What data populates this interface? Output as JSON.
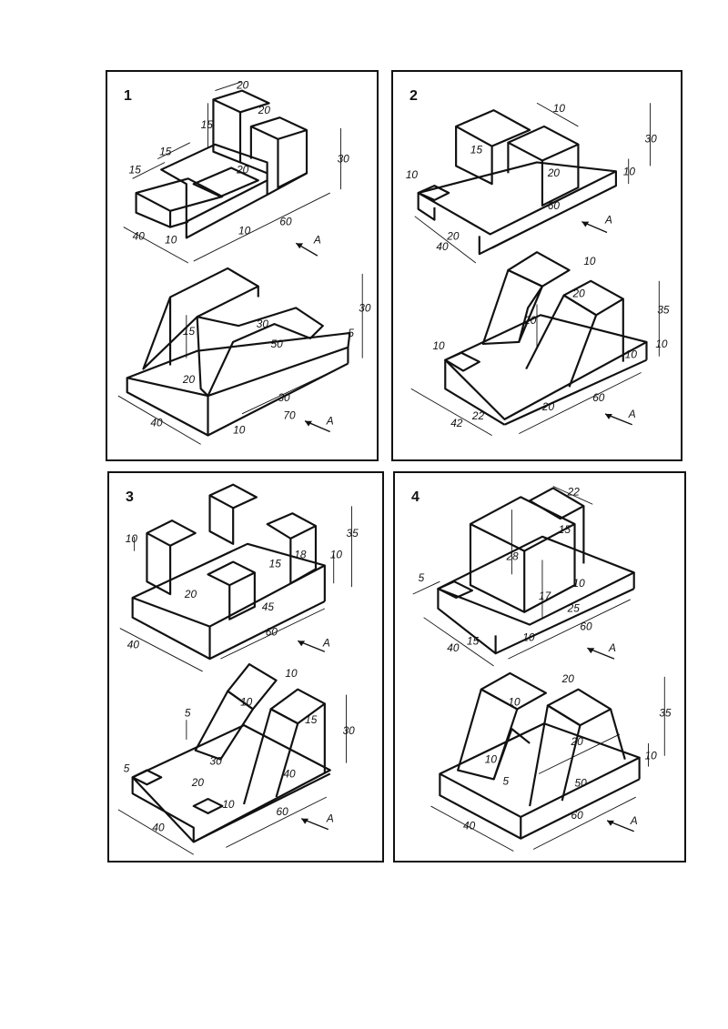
{
  "panels": [
    {
      "number": "1",
      "figures": [
        {
          "dims": [
            "20",
            "20",
            "15",
            "15",
            "15",
            "20",
            "30",
            "40",
            "10",
            "10",
            "60"
          ],
          "view_label": "A"
        },
        {
          "dims": [
            "15",
            "30",
            "50",
            "5",
            "30",
            "20",
            "30",
            "70",
            "40",
            "10"
          ],
          "view_label": "A"
        }
      ]
    },
    {
      "number": "2",
      "figures": [
        {
          "dims": [
            "10",
            "30",
            "15",
            "20",
            "10",
            "10",
            "60",
            "20",
            "40"
          ],
          "view_label": "A"
        },
        {
          "dims": [
            "10",
            "20",
            "20",
            "35",
            "10",
            "10",
            "10",
            "20",
            "22",
            "42",
            "60"
          ],
          "view_label": "A"
        }
      ]
    },
    {
      "number": "3",
      "figures": [
        {
          "dims": [
            "10",
            "35",
            "15",
            "18",
            "10",
            "20",
            "45",
            "60",
            "40"
          ],
          "view_label": "A"
        },
        {
          "dims": [
            "10",
            "10",
            "5",
            "15",
            "30",
            "30",
            "5",
            "20",
            "40",
            "40",
            "10",
            "60"
          ],
          "view_label": "A"
        }
      ]
    },
    {
      "number": "4",
      "figures": [
        {
          "dims": [
            "22",
            "15",
            "28",
            "5",
            "10",
            "17",
            "25",
            "15",
            "40",
            "10",
            "60"
          ],
          "view_label": "A"
        },
        {
          "dims": [
            "20",
            "10",
            "35",
            "20",
            "10",
            "10",
            "5",
            "50",
            "40",
            "60"
          ],
          "view_label": "A"
        }
      ]
    }
  ]
}
